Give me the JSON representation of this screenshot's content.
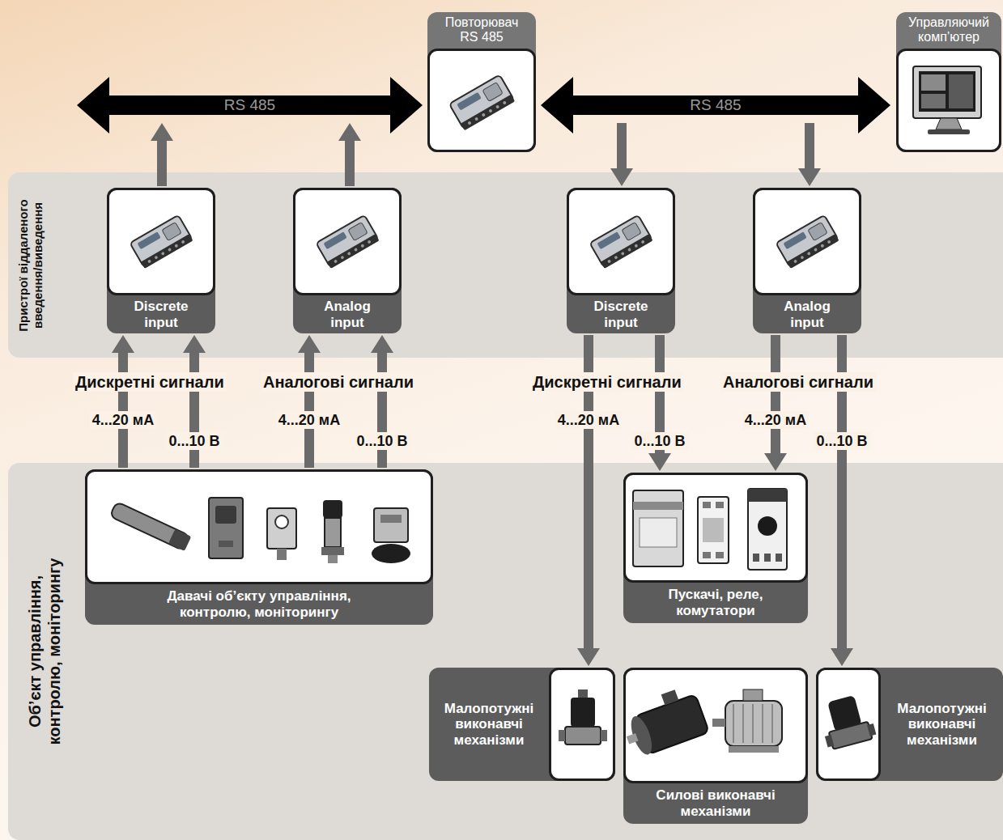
{
  "diagram": {
    "nodes": [
      {
        "text": [
          "RS 485"
        ]
      },
      {
        "text": [
          "Повторювач RS 485"
        ]
      },
      {
        "text": [
          "RS 485"
        ]
      },
      {
        "text": [
          "Управляючий комп’ютер"
        ]
      },
      {
        "text": [
          "Пристрої віддаленого введення/виведення"
        ]
      },
      {
        "text": [
          "Discrete input"
        ],
        "in": 4
      },
      {
        "text": [
          "Analog input"
        ],
        "in": 4
      },
      {
        "text": [
          "Discrete input"
        ],
        "in": 4
      },
      {
        "text": [
          "Analog input"
        ],
        "in": 4
      },
      {
        "text": [
          "Об’єкт управління, контролю, моніторингу"
        ]
      },
      {
        "text": [
          "Давачі об’єкту управління, контролю, моніторингу"
        ],
        "in": 9
      },
      {
        "text": [
          "Пускачі, реле, комутатори"
        ],
        "in": 9
      },
      {
        "text": [
          "Малопотужні виконавчі механізми"
        ],
        "in": 9
      },
      {
        "text": [
          "Силові виконавчі механізми"
        ],
        "in": 9
      },
      {
        "text": [
          "Малопотужні виконавчі механізми"
        ],
        "in": 9
      }
    ],
    "edges": [
      {
        "from": 5,
        "to": 0,
        "arrow": "to"
      },
      {
        "from": 6,
        "to": 0,
        "arrow": "to"
      },
      {
        "from": 2,
        "to": 7,
        "arrow": "to"
      },
      {
        "from": 2,
        "to": 8,
        "arrow": "to"
      },
      {
        "from": 10,
        "to": 5,
        "label": "4...20 мА",
        "arrow": "to"
      },
      {
        "from": 10,
        "to": 5,
        "label": "0...10 В",
        "arrow": "to"
      },
      {
        "from": 10,
        "to": 6,
        "label": "4...20 мА",
        "arrow": "to"
      },
      {
        "from": 10,
        "to": 6,
        "label": "0...10 В",
        "arrow": "to"
      },
      {
        "from": 7,
        "to": 12,
        "label": "4...20 мА",
        "arrow": "to"
      },
      {
        "from": 7,
        "to": 11,
        "label": "0...10 В",
        "arrow": "to"
      },
      {
        "from": 8,
        "to": 11,
        "label": "4...20 мА",
        "arrow": "to"
      },
      {
        "from": 8,
        "to": 14,
        "label": "0...10 В",
        "arrow": "to"
      }
    ],
    "labels": [
      "Дискретні сигнали",
      "Аналогові сигнали",
      "Дискретні сигнали",
      "Аналогові сигнали"
    ]
  }
}
